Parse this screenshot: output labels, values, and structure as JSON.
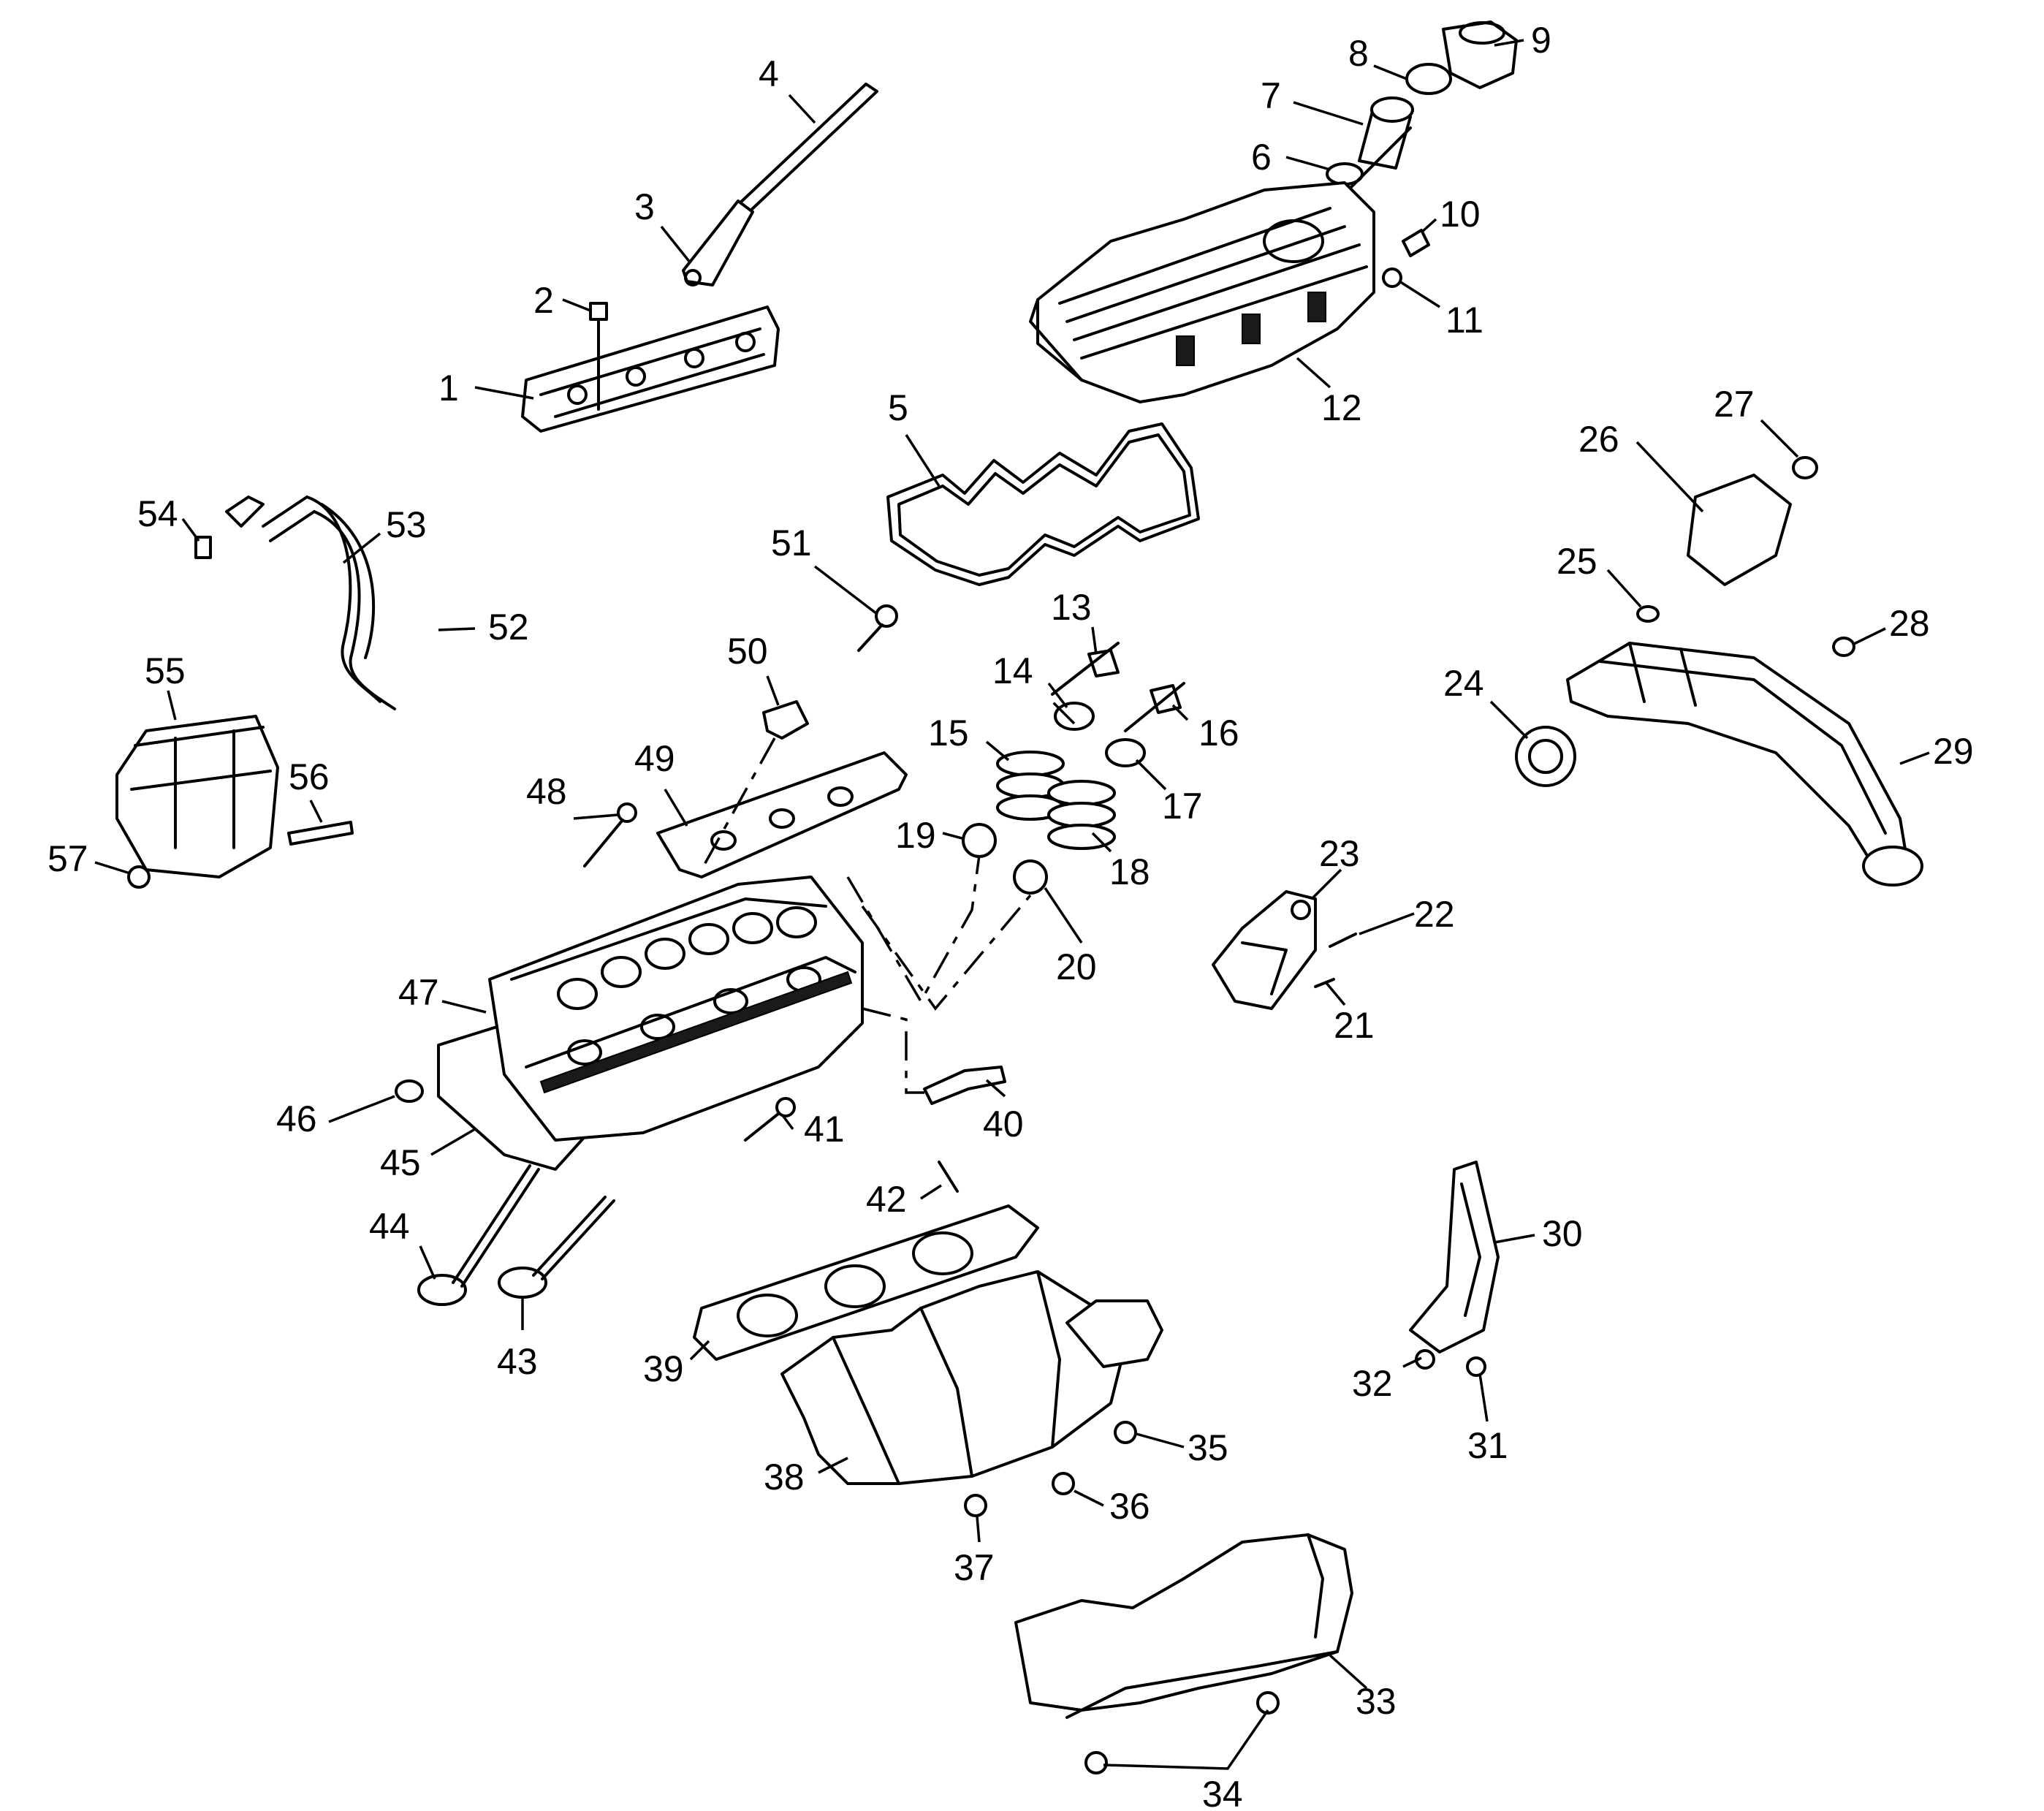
{
  "diagram": {
    "callouts": [
      "1",
      "2",
      "3",
      "4",
      "5",
      "6",
      "7",
      "8",
      "9",
      "10",
      "11",
      "12",
      "13",
      "14",
      "15",
      "16",
      "17",
      "18",
      "19",
      "20",
      "21",
      "22",
      "23",
      "24",
      "25",
      "26",
      "27",
      "28",
      "29",
      "30",
      "31",
      "32",
      "33",
      "34",
      "35",
      "36",
      "37",
      "38",
      "39",
      "40",
      "41",
      "42",
      "43",
      "44",
      "45",
      "46",
      "47",
      "48",
      "49",
      "50",
      "51",
      "52",
      "53",
      "54",
      "55",
      "56",
      "57"
    ]
  }
}
